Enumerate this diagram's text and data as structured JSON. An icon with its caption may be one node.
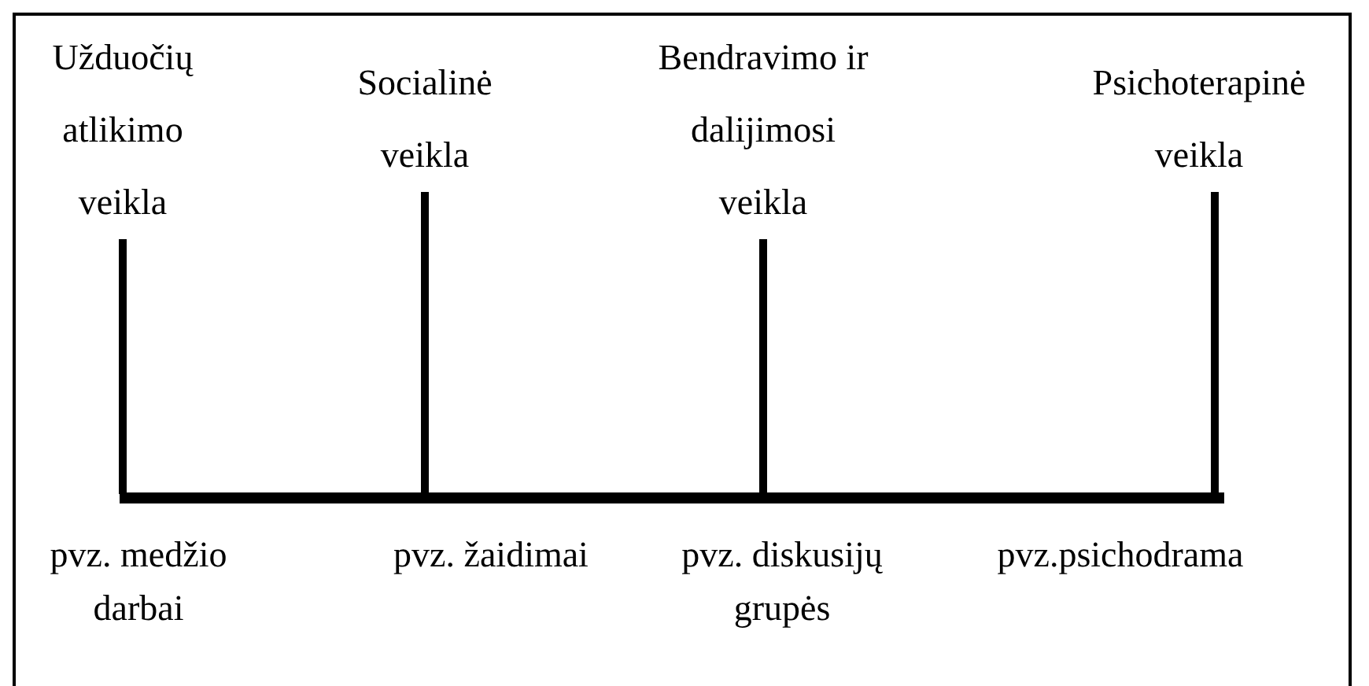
{
  "diagram": {
    "nodes": [
      {
        "text": [
          "Užduočių atlikimo veikla"
        ]
      },
      {
        "text": [
          "Socialinė veikla"
        ]
      },
      {
        "text": [
          "Bendravimo ir dalijimosi veikla"
        ]
      },
      {
        "text": [
          "Psichoterapinė veikla"
        ]
      },
      {
        "text": [],
        "shape": "bar"
      }
    ],
    "edges": [
      {
        "from": 0,
        "to": 4,
        "arrow": "none"
      },
      {
        "from": 1,
        "to": 4,
        "arrow": "none"
      },
      {
        "from": 2,
        "to": 4,
        "arrow": "none"
      },
      {
        "from": 3,
        "to": 4,
        "arrow": "none"
      }
    ],
    "labels": [
      "pvz. medžio darbai",
      "pvz. žaidimai",
      "pvz. diskusijų grupės",
      "pvz.psichodrama"
    ]
  }
}
